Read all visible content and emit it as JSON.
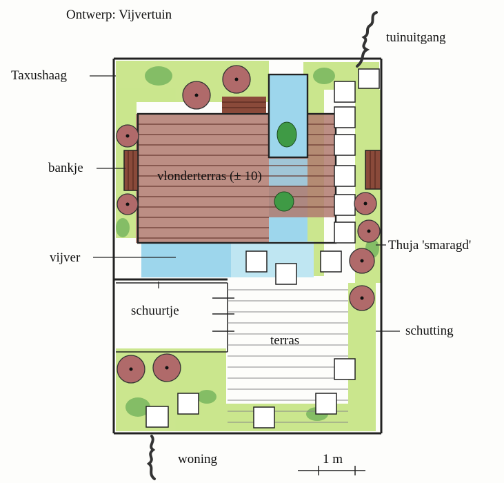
{
  "title": "Ontwerp: Vijvertuin",
  "labels": {
    "tuinuitgang": "tuinuitgang",
    "taxushaag": "Taxushaag",
    "bankje": "bankje",
    "vlonderterras": "vlonderterras (± 10)",
    "thuja": "Thuja 'smaragd'",
    "vijver": "vijver",
    "schuurtje": "schuurtje",
    "terras": "terras",
    "schutting": "schutting",
    "woning": "woning",
    "scale": "1 m"
  },
  "colors": {
    "hedge_green": "#b8de6a",
    "dark_green": "#3d8a3a",
    "wood": "#8a4a3a",
    "water": "#8fd0ea",
    "shrub": "#a35a5a",
    "ink": "#222222"
  }
}
